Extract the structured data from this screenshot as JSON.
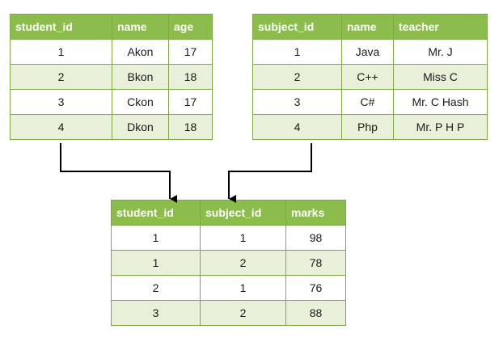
{
  "students": {
    "headers": [
      "student_id",
      "name",
      "age"
    ],
    "rows": [
      [
        "1",
        "Akon",
        "17"
      ],
      [
        "2",
        "Bkon",
        "18"
      ],
      [
        "3",
        "Ckon",
        "17"
      ],
      [
        "4",
        "Dkon",
        "18"
      ]
    ]
  },
  "subjects": {
    "headers": [
      "subject_id",
      "name",
      "teacher"
    ],
    "rows": [
      [
        "1",
        "Java",
        "Mr. J"
      ],
      [
        "2",
        "C++",
        "Miss C"
      ],
      [
        "3",
        "C#",
        "Mr. C Hash"
      ],
      [
        "4",
        "Php",
        "Mr. P H P"
      ]
    ]
  },
  "marks": {
    "headers": [
      "student_id",
      "subject_id",
      "marks"
    ],
    "rows": [
      [
        "1",
        "1",
        "98"
      ],
      [
        "1",
        "2",
        "78"
      ],
      [
        "2",
        "1",
        "76"
      ],
      [
        "3",
        "2",
        "88"
      ]
    ]
  },
  "colors": {
    "header_bg": "#8cbd4c",
    "row_alt_bg": "#e8f0d9",
    "border": "#7fa844"
  }
}
